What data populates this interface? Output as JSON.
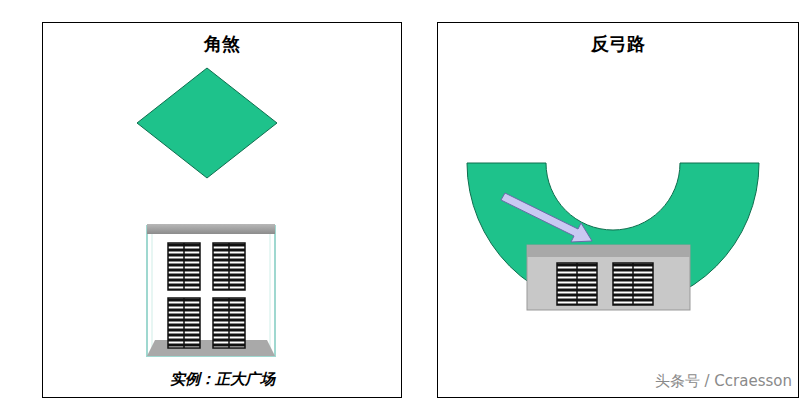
{
  "diagram": {
    "nodes": [
      {
        "text": [
          "角煞",
          "实例：正大广场"
        ]
      },
      {
        "text": [
          "反弓路"
        ]
      }
    ],
    "labels": [
      "头条号 / Ccraesson"
    ]
  }
}
